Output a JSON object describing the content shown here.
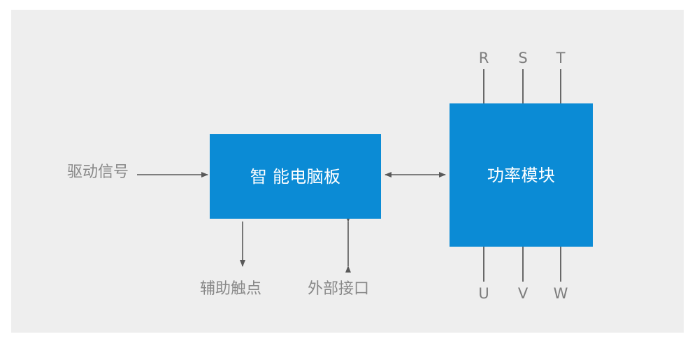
{
  "diagram": {
    "title": "Smart control board and power module block diagram",
    "background_color": "#eeeeee",
    "page_color": "#ffffff",
    "accent_color": "#0b8bd5",
    "text_color": "#888888",
    "line_color": "#595959",
    "blocks": [
      {
        "id": "smart-board",
        "label": "智 能电脑板",
        "color": "#0b8bd5"
      },
      {
        "id": "power-module",
        "label": "功率模块",
        "color": "#0b8bd5"
      }
    ],
    "labels": {
      "drive_signal": "驱动信号",
      "aux_contact": "辅助触点",
      "external_interface": "外部接口"
    },
    "terminals_top": [
      "R",
      "S",
      "T"
    ],
    "terminals_bottom": [
      "U",
      "V",
      "W"
    ],
    "connectors": [
      {
        "id": "drive-signal-arrow",
        "from": "驱动信号",
        "to": "智 能电脑板",
        "direction": "right"
      },
      {
        "id": "board-to-module-arrow",
        "from": "智 能电脑板",
        "to": "功率模块",
        "direction": "bidirectional"
      },
      {
        "id": "aux-contact-arrow",
        "from": "智 能电脑板",
        "to": "辅助触点",
        "direction": "down"
      },
      {
        "id": "external-interface-arrow",
        "from": "智 能电脑板",
        "to": "外部接口",
        "direction": "bidirectional"
      }
    ]
  }
}
